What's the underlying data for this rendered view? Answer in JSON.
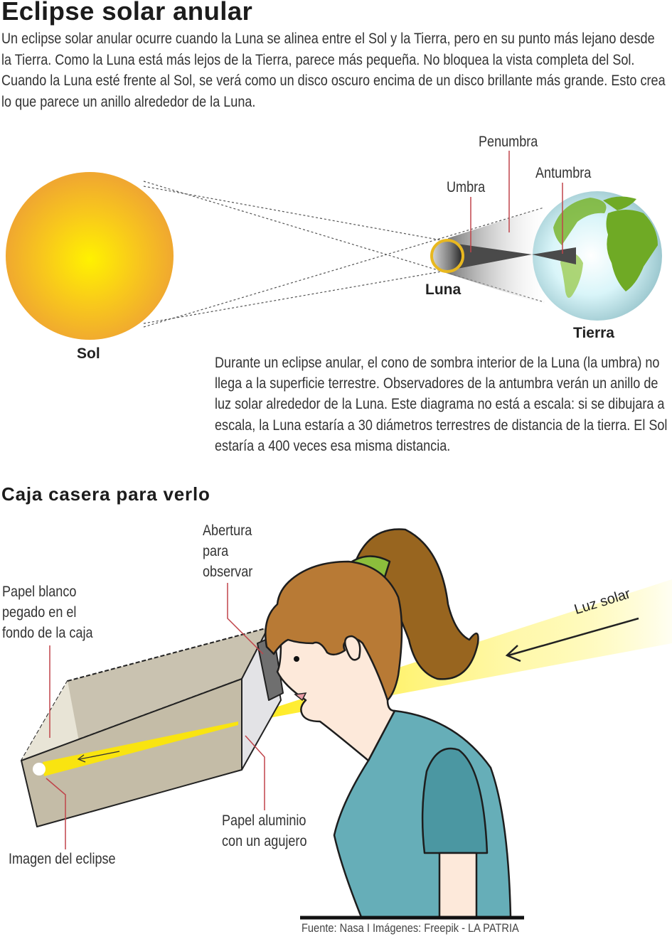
{
  "header": {
    "title": "Eclipse solar anular",
    "intro": "Un eclipse solar anular ocurre cuando la Luna se alinea entre el Sol y la Tierra, pero en su punto más lejano desde la Tierra. Como la Luna está más lejos de la Tierra, parece más pequeña. No bloquea la vista completa del Sol. Cuando la Luna esté frente al Sol, se verá como un disco oscuro encima de un disco brillante más grande. Esto crea lo que parece un anillo alrededor de la Luna."
  },
  "eclipse_diagram": {
    "labels": {
      "sun": "Sol",
      "moon": "Luna",
      "earth": "Tierra",
      "umbra": "Umbra",
      "penumbra": "Penumbra",
      "antumbra": "Antumbra"
    },
    "note": "Durante un eclipse anular, el cono de sombra interior de la Luna (la umbra) no llega a la superficie terrestre. Observadores de la antumbra verán un anillo de luz solar alrededor de la Luna. Este diagrama no está a escala: si se dibujara a escala, la Luna estaría a 30 diámetros terrestres de distancia de la tierra. El Sol estaría a 400 veces esa misma distancia.",
    "colors": {
      "sun_center": "#fff200",
      "sun_edge": "#f0a830",
      "moon_ring": "#e8b820",
      "earth_ocean": "#d8f4f8",
      "earth_land": "#7ab530",
      "leader_line": "#c0444a"
    }
  },
  "pinhole_box": {
    "section_title": "Caja casera para verlo",
    "labels": {
      "opening": "Abertura para observar",
      "opening_lines": [
        "Abertura",
        "para",
        "observar"
      ],
      "white_paper_lines": [
        "Papel blanco",
        "pegado en el",
        "fondo de la caja"
      ],
      "foil_lines": [
        "Papel aluminio",
        "con un agujero"
      ],
      "eclipse_image": "Imagen del eclipse",
      "sunlight": "Luz solar"
    },
    "colors": {
      "box": "#c8c1b0",
      "hair": "#b87a35",
      "ponytail": "#98651f",
      "skin": "#fde9da",
      "shirt": "#66aeb8",
      "sleeve": "#4b97a2",
      "hair_tie": "#8cbe3c",
      "light_beam": "#ffee00"
    }
  },
  "footer": {
    "source": "Fuente: Nasa I Imágenes: Freepik - LA PATRIA"
  }
}
